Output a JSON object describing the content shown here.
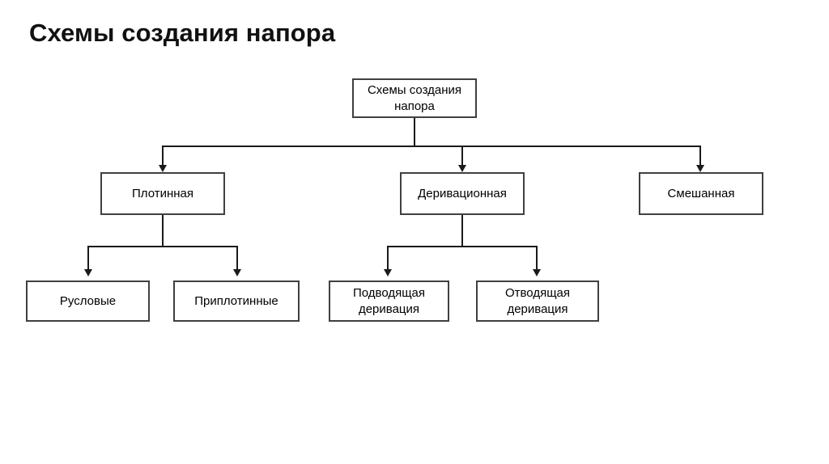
{
  "page": {
    "title": "Схемы создания напора",
    "background_color": "#ffffff",
    "text_color": "#000000",
    "box_border_color": "#404040",
    "connector_color": "#1a1a1a"
  },
  "diagram": {
    "type": "hierarchy-tree",
    "orientation": "top-down",
    "levels": 3,
    "root": {
      "id": "root",
      "label": "Схемы создания\nнапора"
    },
    "level2": [
      {
        "id": "plotinnaya",
        "label": "Плотинная"
      },
      {
        "id": "derivacionnaya",
        "label": "Деривационная"
      },
      {
        "id": "smeshannaya",
        "label": "Смешанная"
      }
    ],
    "level3": [
      {
        "id": "ruslovye",
        "label": "Русловые",
        "parent": "plotinnaya"
      },
      {
        "id": "priplotinnye",
        "label": "Приплотинные",
        "parent": "plotinnaya"
      },
      {
        "id": "podvodyashchaya",
        "label": "Подводящая\nдеривация",
        "parent": "derivacionnaya"
      },
      {
        "id": "otvodyashchaya",
        "label": "Отводящая\nдеривация",
        "parent": "derivacionnaya"
      }
    ]
  }
}
